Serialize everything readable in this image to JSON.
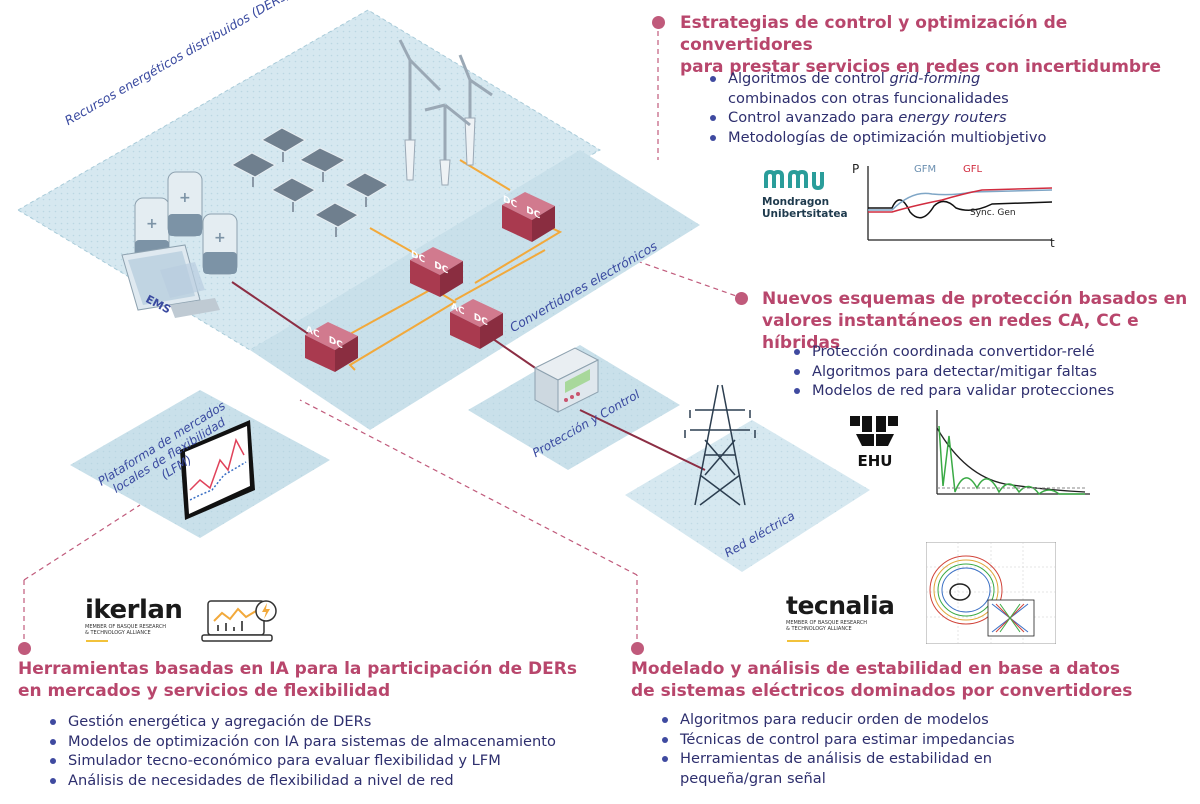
{
  "diagram": {
    "platforms": {
      "ders": "Recursos energéticos distribuidos (DERs)",
      "converters": "Convertidores electrónicos",
      "protection": "Protección y Control",
      "grid": "Red eléctrica",
      "lfm": [
        "Plataforma de mercados",
        "locales de flexibilidad",
        "(LFM)"
      ],
      "ems": "EMS"
    },
    "converter_boxes": [
      {
        "top": "DC",
        "bottom": "DC"
      },
      {
        "top": "DC",
        "bottom": "DC"
      },
      {
        "top": "AC",
        "bottom": "DC"
      },
      {
        "top": "AC",
        "bottom": "DC"
      }
    ]
  },
  "sections": {
    "control": {
      "title": [
        "Estrategias de control y optimización de convertidores",
        "para prestar servicios en redes con incertidumbre"
      ],
      "bullets": [
        {
          "pre": "Algoritmos de control ",
          "em": "grid-forming",
          "post": ""
        },
        {
          "pre": "combinados con otras funcionalidades",
          "em": "",
          "post": ""
        },
        {
          "pre": "Control avanzado para ",
          "em": "energy routers",
          "post": ""
        },
        {
          "pre": "Metodologías de optimización multiobjetivo",
          "em": "",
          "post": ""
        }
      ],
      "logo": [
        "Mondragon",
        "Unibertsitatea"
      ],
      "graph_labels": {
        "y": "P",
        "x": "t",
        "gfm": "GFM",
        "gfl": "GFL",
        "sync": "Sync. Gen"
      }
    },
    "protection": {
      "title": [
        "Nuevos esquemas de protección basados en",
        "valores instantáneos en redes CA, CC e híbridas"
      ],
      "bullets": [
        "Protección coordinada convertidor-relé",
        "Algoritmos para detectar/mitigar faltas",
        "Modelos de red para validar protecciones"
      ],
      "logo": "EHU"
    },
    "ai": {
      "title": [
        "Herramientas basadas en IA para la participación de DERs",
        "en mercados y servicios de flexibilidad"
      ],
      "bullets": [
        "Gestión energética y agregación de DERs",
        "Modelos de optimización con IA para sistemas de almacenamiento",
        "Simulador tecno-económico para evaluar flexibilidad y LFM",
        "Análisis de necesidades de flexibilidad a nivel de red"
      ],
      "logo": "ikerlan",
      "logo_sub": [
        "MEMBER OF BASQUE RESEARCH",
        "& TECHNOLOGY ALLIANCE"
      ]
    },
    "stability": {
      "title": [
        "Modelado y análisis de estabilidad en base a datos",
        "de sistemas eléctricos dominados por convertidores"
      ],
      "bullets": [
        "Algoritmos para reducir orden de modelos",
        "Técnicas de control para estimar impedancias",
        "Herramientas de análisis de estabilidad en",
        "pequeña/gran señal"
      ],
      "logo": "tecnalia",
      "logo_sub": [
        "MEMBER OF BASQUE RESEARCH",
        "& TECHNOLOGY ALLIANCE"
      ]
    }
  },
  "colors": {
    "accent": "#b8466c",
    "bullet_text": "#2e2f6e",
    "platform": "#cfe3ec",
    "converter": "#a93a4f",
    "wire": "#f2a93b"
  }
}
